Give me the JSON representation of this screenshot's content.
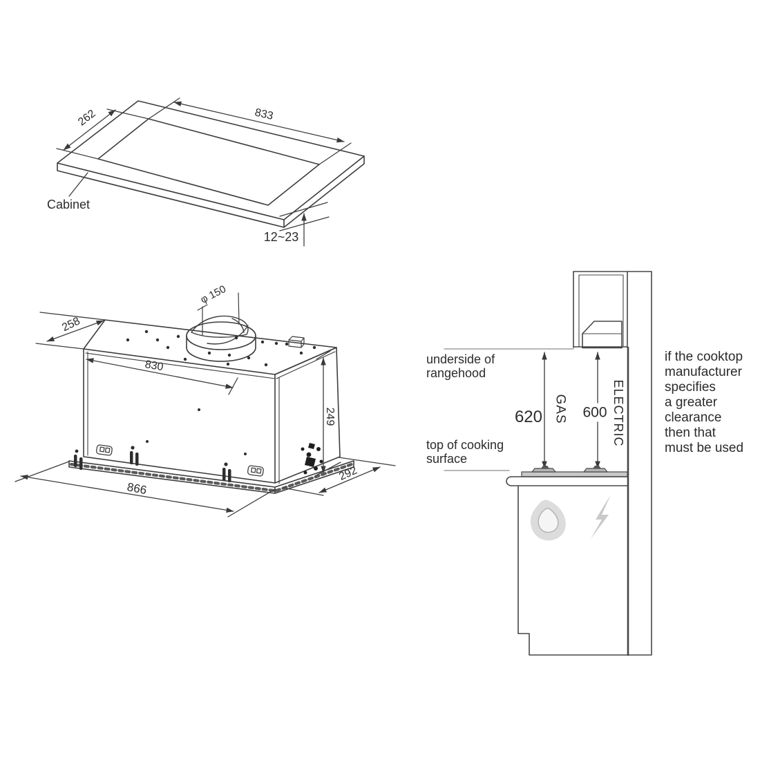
{
  "page": {
    "background": "#ffffff"
  },
  "colors": {
    "line": "#3d3d3d",
    "line_light": "#8c8c8c",
    "text": "#2b2b2b",
    "cooktop_gray": "#c8c8c8",
    "icon_gray": "#cccccc"
  },
  "cutout_diagram": {
    "label": "Cabinet",
    "cutout_depth": "262",
    "cutout_width": "833",
    "panel_thickness_range": "12~23"
  },
  "hood_diagram": {
    "duct_diameter": "φ 150",
    "top_depth": "258",
    "top_width": "830",
    "body_height": "249",
    "overall_width": "866",
    "overall_depth": "292"
  },
  "clearance_diagram": {
    "underside_label": "underside of\nrangehood",
    "cooking_surface_label": "top of cooking\nsurface",
    "gas_value": "620",
    "gas_label": "GAS",
    "electric_value": "600",
    "electric_label": "ELECTRIC",
    "note": "if the cooktop\nmanufacturer\nspecifies\na greater\nclearance\nthen that\nmust be used"
  }
}
